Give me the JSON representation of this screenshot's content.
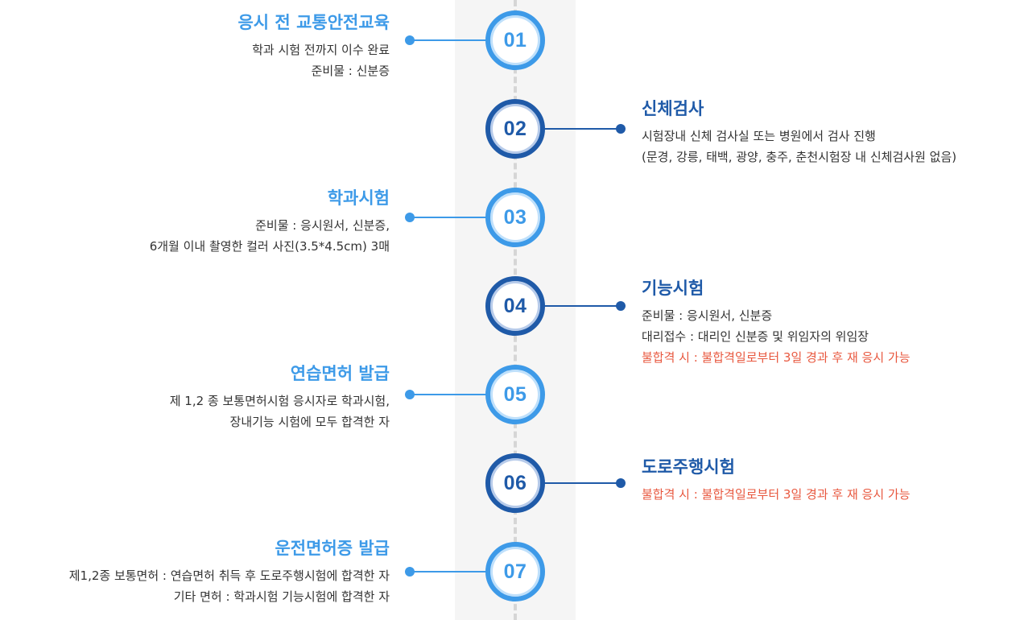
{
  "steps": [
    {
      "number": "01",
      "title": "응시 전 교통안전교육",
      "lines": [
        "학과 시험 전까지 이수 완료",
        "준비물 : 신분증"
      ],
      "warning": ""
    },
    {
      "number": "02",
      "title": "신체검사",
      "lines": [
        "시험장내 신체 검사실 또는 병원에서 검사 진행",
        "(문경, 강릉, 태백, 광양, 충주, 춘천시험장 내 신체검사원 없음)"
      ],
      "warning": ""
    },
    {
      "number": "03",
      "title": "학과시험",
      "lines": [
        "준비물 : 응시원서, 신분증,",
        "6개월 이내 촬영한 컬러 사진(3.5*4.5cm) 3매"
      ],
      "warning": ""
    },
    {
      "number": "04",
      "title": "기능시험",
      "lines": [
        "준비물 : 응시원서, 신분증",
        "대리접수 : 대리인 신분증 및 위임자의 위임장"
      ],
      "warning": "불합격 시 : 불합격일로부터 3일 경과 후 재 응시 가능"
    },
    {
      "number": "05",
      "title": "연습면허 발급",
      "lines": [
        "제 1,2 종 보통면허시험 응시자로 학과시험,",
        "장내기능 시험에 모두 합격한 자"
      ],
      "warning": ""
    },
    {
      "number": "06",
      "title": "도로주행시험",
      "lines": [],
      "warning": "불합격 시 : 불합격일로부터 3일 경과 후 재 응시 가능"
    },
    {
      "number": "07",
      "title": "운전면허증 발급",
      "lines": [
        "제1,2종 보통면허 : 연습면허 취득 후 도로주행시험에 합격한 자",
        "기타 면허 : 학과시험 기능시험에 합격한 자"
      ],
      "warning": ""
    }
  ],
  "colors": {
    "light": "#3d9ae8",
    "dark": "#1f5aa8",
    "warning": "#e8583f",
    "text": "#333333"
  }
}
